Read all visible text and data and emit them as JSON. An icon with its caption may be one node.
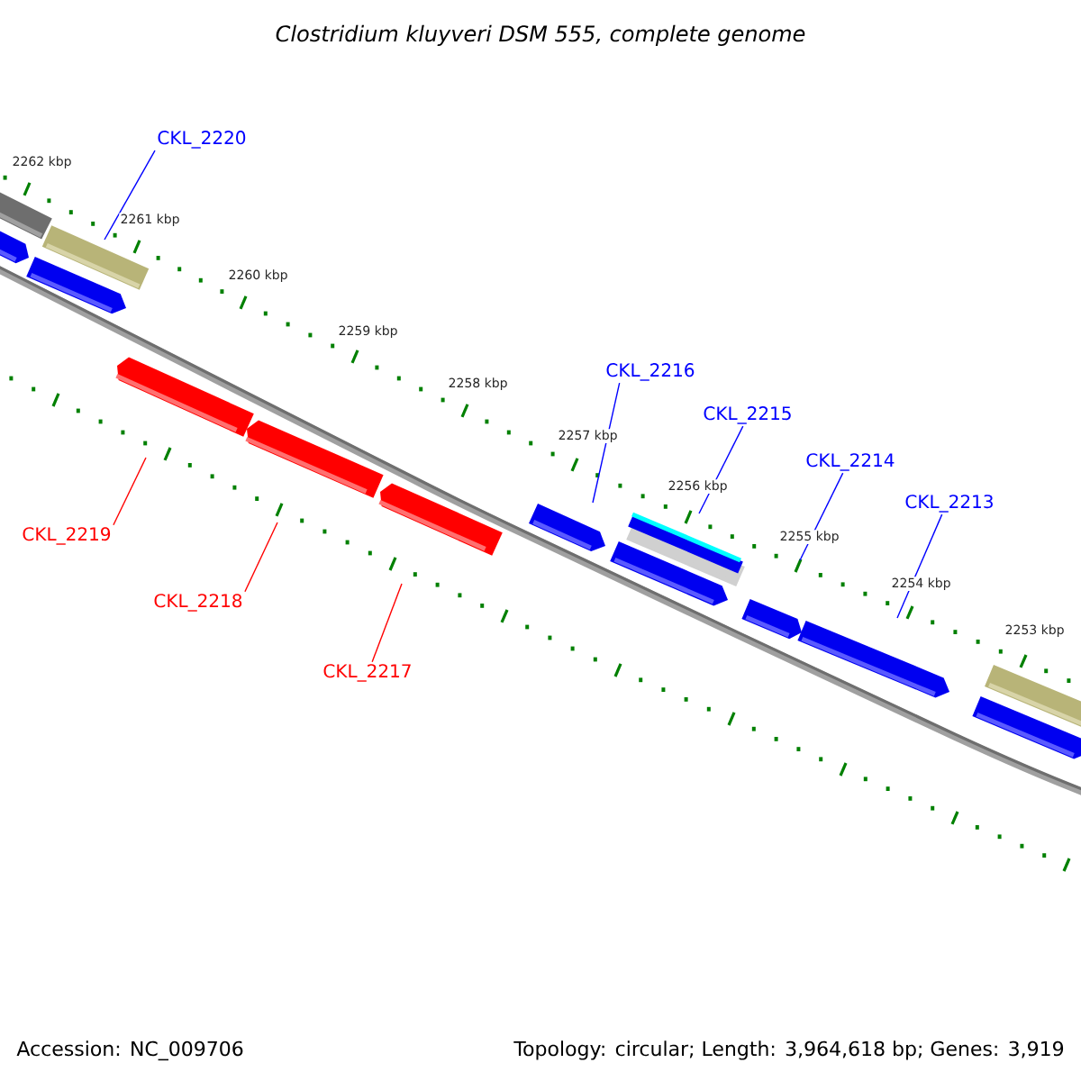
{
  "diagram": {
    "title": "Clostridium kluyveri DSM 555, complete genome",
    "nodes": [
      {
        "text": [
          "CKL_2220"
        ]
      },
      {
        "text": [
          "CKL_2216"
        ]
      },
      {
        "text": [
          "CKL_2215"
        ]
      },
      {
        "text": [
          "CKL_2214"
        ]
      },
      {
        "text": [
          "CKL_2213"
        ]
      },
      {
        "text": [
          "CKL_2219"
        ]
      },
      {
        "text": [
          "CKL_2218"
        ]
      },
      {
        "text": [
          "CKL_2217"
        ]
      }
    ],
    "edges": [
      {
        "from": 0,
        "to": null,
        "arrow": "none"
      },
      {
        "from": 1,
        "to": null,
        "arrow": "none"
      },
      {
        "from": 2,
        "to": null,
        "arrow": "none"
      },
      {
        "from": 3,
        "to": null,
        "arrow": "none"
      },
      {
        "from": 4,
        "to": null,
        "arrow": "none"
      },
      {
        "from": 5,
        "to": null,
        "arrow": "none",
        "color": "#ff0000"
      },
      {
        "from": 6,
        "to": null,
        "arrow": "none",
        "color": "#ff0000"
      },
      {
        "from": 7,
        "to": null,
        "arrow": "none",
        "color": "#ff0000"
      }
    ],
    "labels": [
      "2262 kbp",
      "2261 kbp",
      "2260 kbp",
      "2259 kbp",
      "2258 kbp",
      "2257 kbp",
      "2256 kbp",
      "2255 kbp",
      "2254 kbp",
      "2253 kbp",
      "Accession: NC_009706",
      "Topology: circular; Length: 3,964,618 bp; Genes: 3,919"
    ]
  }
}
